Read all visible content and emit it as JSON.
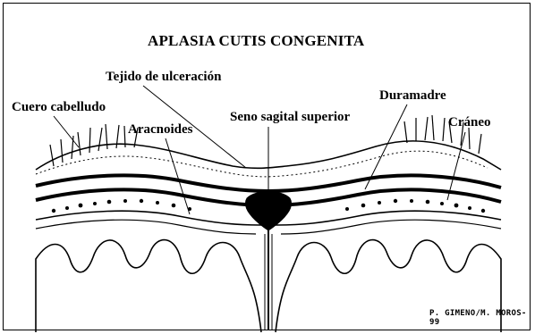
{
  "title": "APLASIA CUTIS CONGENITA",
  "labels": {
    "tejido": "Tejido de ulceración",
    "cuero": "Cuero cabelludo",
    "aracnoides": "Aracnoides",
    "seno": "Seno sagital superior",
    "duramadre": "Duramadre",
    "craneo": "Cráneo"
  },
  "signature": "P. GIMENO/M. MOROS-99"
}
